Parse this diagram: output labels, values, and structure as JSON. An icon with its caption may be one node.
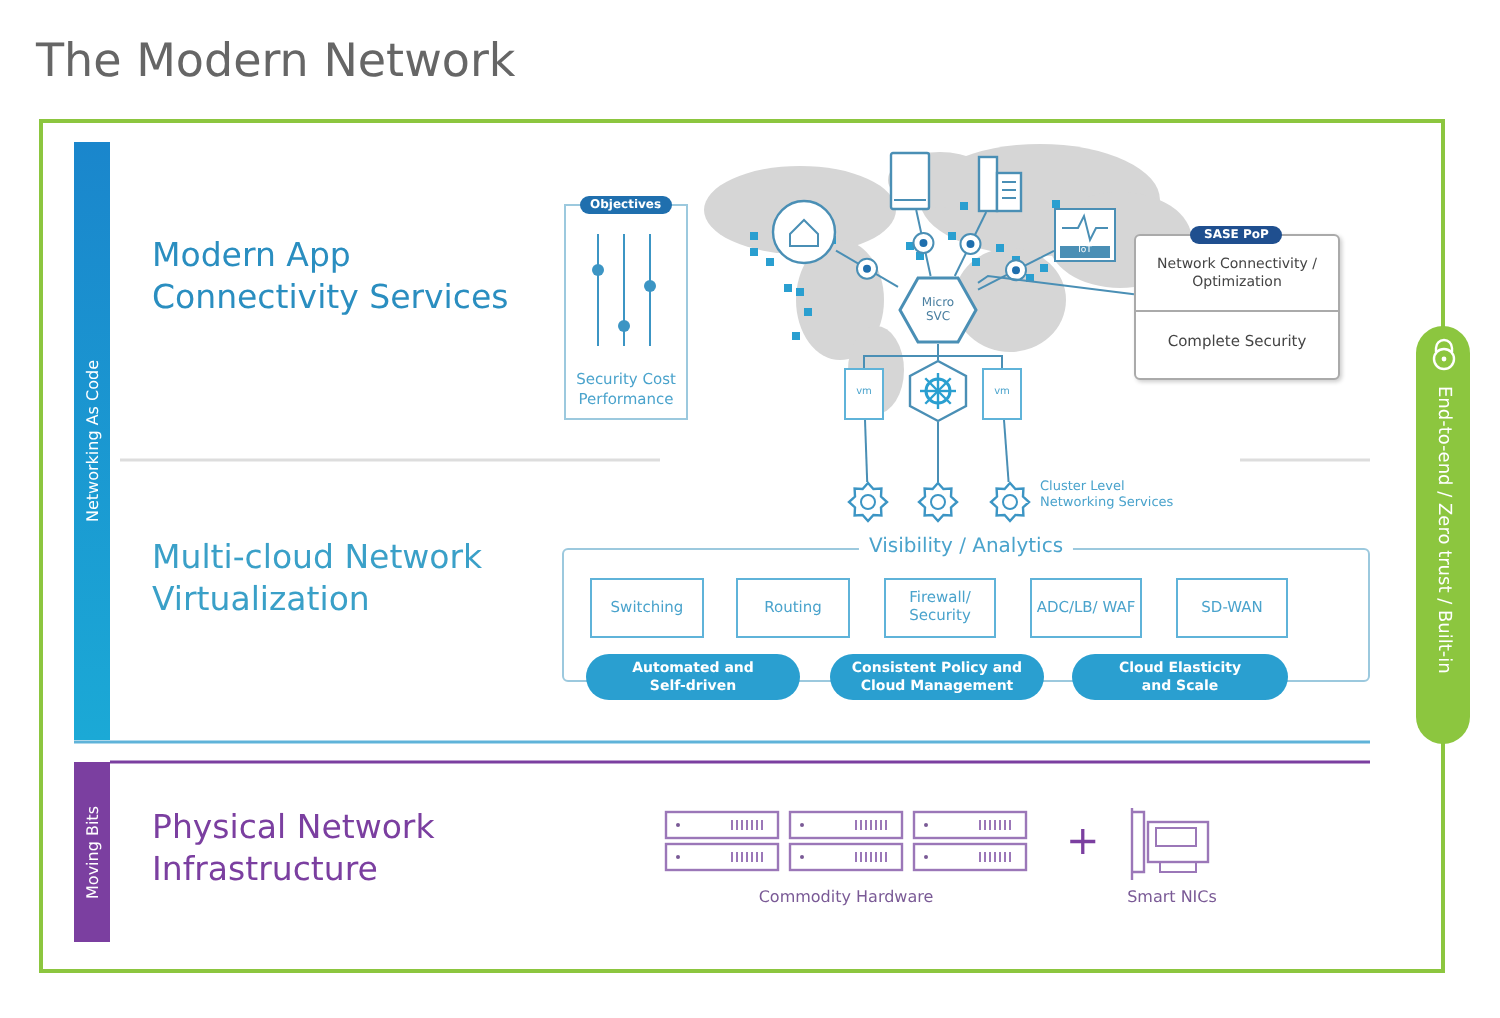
{
  "diagram": {
    "title": "The Modern Network",
    "nodes": [
      {
        "text": [
          "Objectives",
          "Security Cost Performance"
        ]
      },
      {
        "text": [],
        "shape": "picture"
      },
      {
        "text": [],
        "shape": "picture"
      },
      {
        "text": [],
        "shape": "picture"
      },
      {
        "text": [
          "IoT"
        ]
      },
      {
        "text": [
          "Micro SVC"
        ]
      },
      {
        "text": [
          "SASE PoP",
          "Network Connectivity / Optimization",
          "Complete Security"
        ]
      },
      {
        "text": [
          "vm"
        ]
      },
      {
        "text": [],
        "shape": "picture"
      },
      {
        "text": [
          "vm"
        ]
      },
      {
        "text": [],
        "shape": "picture"
      },
      {
        "text": [],
        "shape": "picture"
      },
      {
        "text": [],
        "shape": "picture",
        "beside": [
          "Cluster Level Networking Services"
        ]
      },
      {
        "text": [
          "Visibility / Analytics"
        ]
      },
      {
        "text": [
          "Switching"
        ],
        "in": 13
      },
      {
        "text": [
          "Routing"
        ],
        "in": 13
      },
      {
        "text": [
          "Firewall/ Security"
        ],
        "in": 13
      },
      {
        "text": [
          "ADC/LB/ WAF"
        ],
        "in": 13
      },
      {
        "text": [
          "SD-WAN"
        ],
        "in": 13
      },
      {
        "text": [
          "Automated and Self-driven"
        ]
      },
      {
        "text": [
          "Consistent Policy and Cloud Management"
        ]
      },
      {
        "text": [
          "Cloud Elasticity and Scale"
        ]
      },
      {
        "text": [
          "Networking As Code"
        ]
      },
      {
        "text": [
          "Moving Bits"
        ]
      },
      {
        "text": [
          "End-to-end / Zero trust / Built-in"
        ]
      }
    ],
    "edges": [
      {
        "from": 5,
        "to": 1,
        "arrow": "none"
      },
      {
        "from": 5,
        "to": 2,
        "arrow": "none"
      },
      {
        "from": 5,
        "to": 3,
        "arrow": "none"
      },
      {
        "from": 5,
        "to": 4,
        "arrow": "none"
      },
      {
        "from": 5,
        "to": 6,
        "arrow": "none"
      },
      {
        "from": 5,
        "to": 7,
        "arrow": "none"
      },
      {
        "from": 5,
        "to": 8,
        "arrow": "none"
      },
      {
        "from": 5,
        "to": 9,
        "arrow": "none"
      },
      {
        "from": 7,
        "to": 10,
        "arrow": "none"
      },
      {
        "from": 8,
        "to": 11,
        "arrow": "none"
      },
      {
        "from": 9,
        "to": 12,
        "arrow": "none"
      }
    ],
    "labels": [
      "Modern App Connectivity Services",
      "Multi-cloud Network Virtualization",
      "Physical Network Infrastructure",
      "Commodity Hardware",
      "+",
      "Smart NICs"
    ]
  }
}
